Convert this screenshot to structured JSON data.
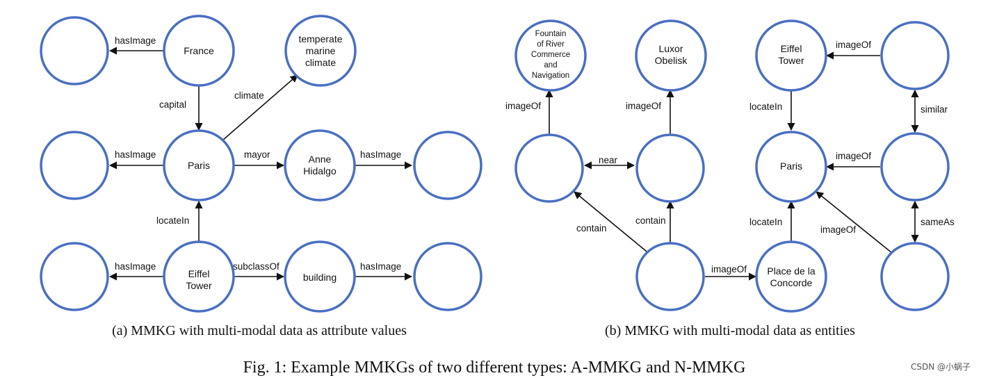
{
  "colors": {
    "node_stroke": "#4a6fc2",
    "edge": "#111111",
    "flag_blue": "#1b2fb5",
    "flag_red": "#ef3340"
  },
  "panel_a": {
    "caption": "(a) MMKG with multi-modal data as attribute values",
    "nodes": {
      "france": [
        "France"
      ],
      "climate": [
        "temperate",
        "marine",
        "climate"
      ],
      "paris": [
        "Paris"
      ],
      "anne": [
        "Anne",
        "Hidalgo"
      ],
      "eiffel": [
        "Eiffel",
        "Tower"
      ],
      "building": [
        "building"
      ]
    },
    "images": {
      "france_flag": "france-flag-icon",
      "arc": "arc-de-triomphe-icon",
      "anne_photo": "portrait-photo-icon",
      "eiffel_photo": "eiffel-tower-photo-icon",
      "building_collage": "building-collage-icon"
    },
    "edges": {
      "france_image": "hasImage",
      "capital": "capital",
      "climate": "climate",
      "paris_image": "hasImage",
      "mayor": "mayor",
      "anne_image": "hasImage",
      "locate": "locateIn",
      "eiffel_image": "hasImage",
      "subclass": "subclassOf",
      "building_image": "hasImage"
    }
  },
  "panel_b": {
    "caption": "(b) MMKG with multi-modal data as entities",
    "nodes": {
      "fountain": [
        "Fountain",
        "of River",
        "Commerce",
        "and",
        "Navigation"
      ],
      "luxor": [
        "Luxor",
        "Obelisk"
      ],
      "eiffel": [
        "Eiffel",
        "Tower"
      ],
      "paris": [
        "Paris"
      ],
      "concorde": [
        "Place de la",
        "Concorde"
      ]
    },
    "images": {
      "fountain_photo": "fountain-photo-icon",
      "obelisk_photo": "obelisk-photo-icon",
      "concorde_photo": "concorde-photo-icon",
      "eiffel_day": "eiffel-day-photo-icon",
      "eiffel_sunset": "eiffel-sunset-photo-icon",
      "arc_photo": "arc-photo-icon"
    },
    "edges": {
      "fountain_imageof": "imageOf",
      "obelisk_imageof": "imageOf",
      "near": "near",
      "contain_fountain": "contain",
      "contain_obelisk": "contain",
      "concorde_imageof": "imageOf",
      "concorde_locate": "locateIn",
      "eiffel_locate": "locateIn",
      "eiffel_day_imageof": "imageOf",
      "similar": "similar",
      "sunset_imageof": "imageOf",
      "arc_imageof": "imageOf",
      "sameas": "sameAs"
    }
  },
  "figure_caption": "Fig. 1: Example MMKGs of two different types: A-MMKG and N-MMKG",
  "watermark": "CSDN @小蜗子"
}
